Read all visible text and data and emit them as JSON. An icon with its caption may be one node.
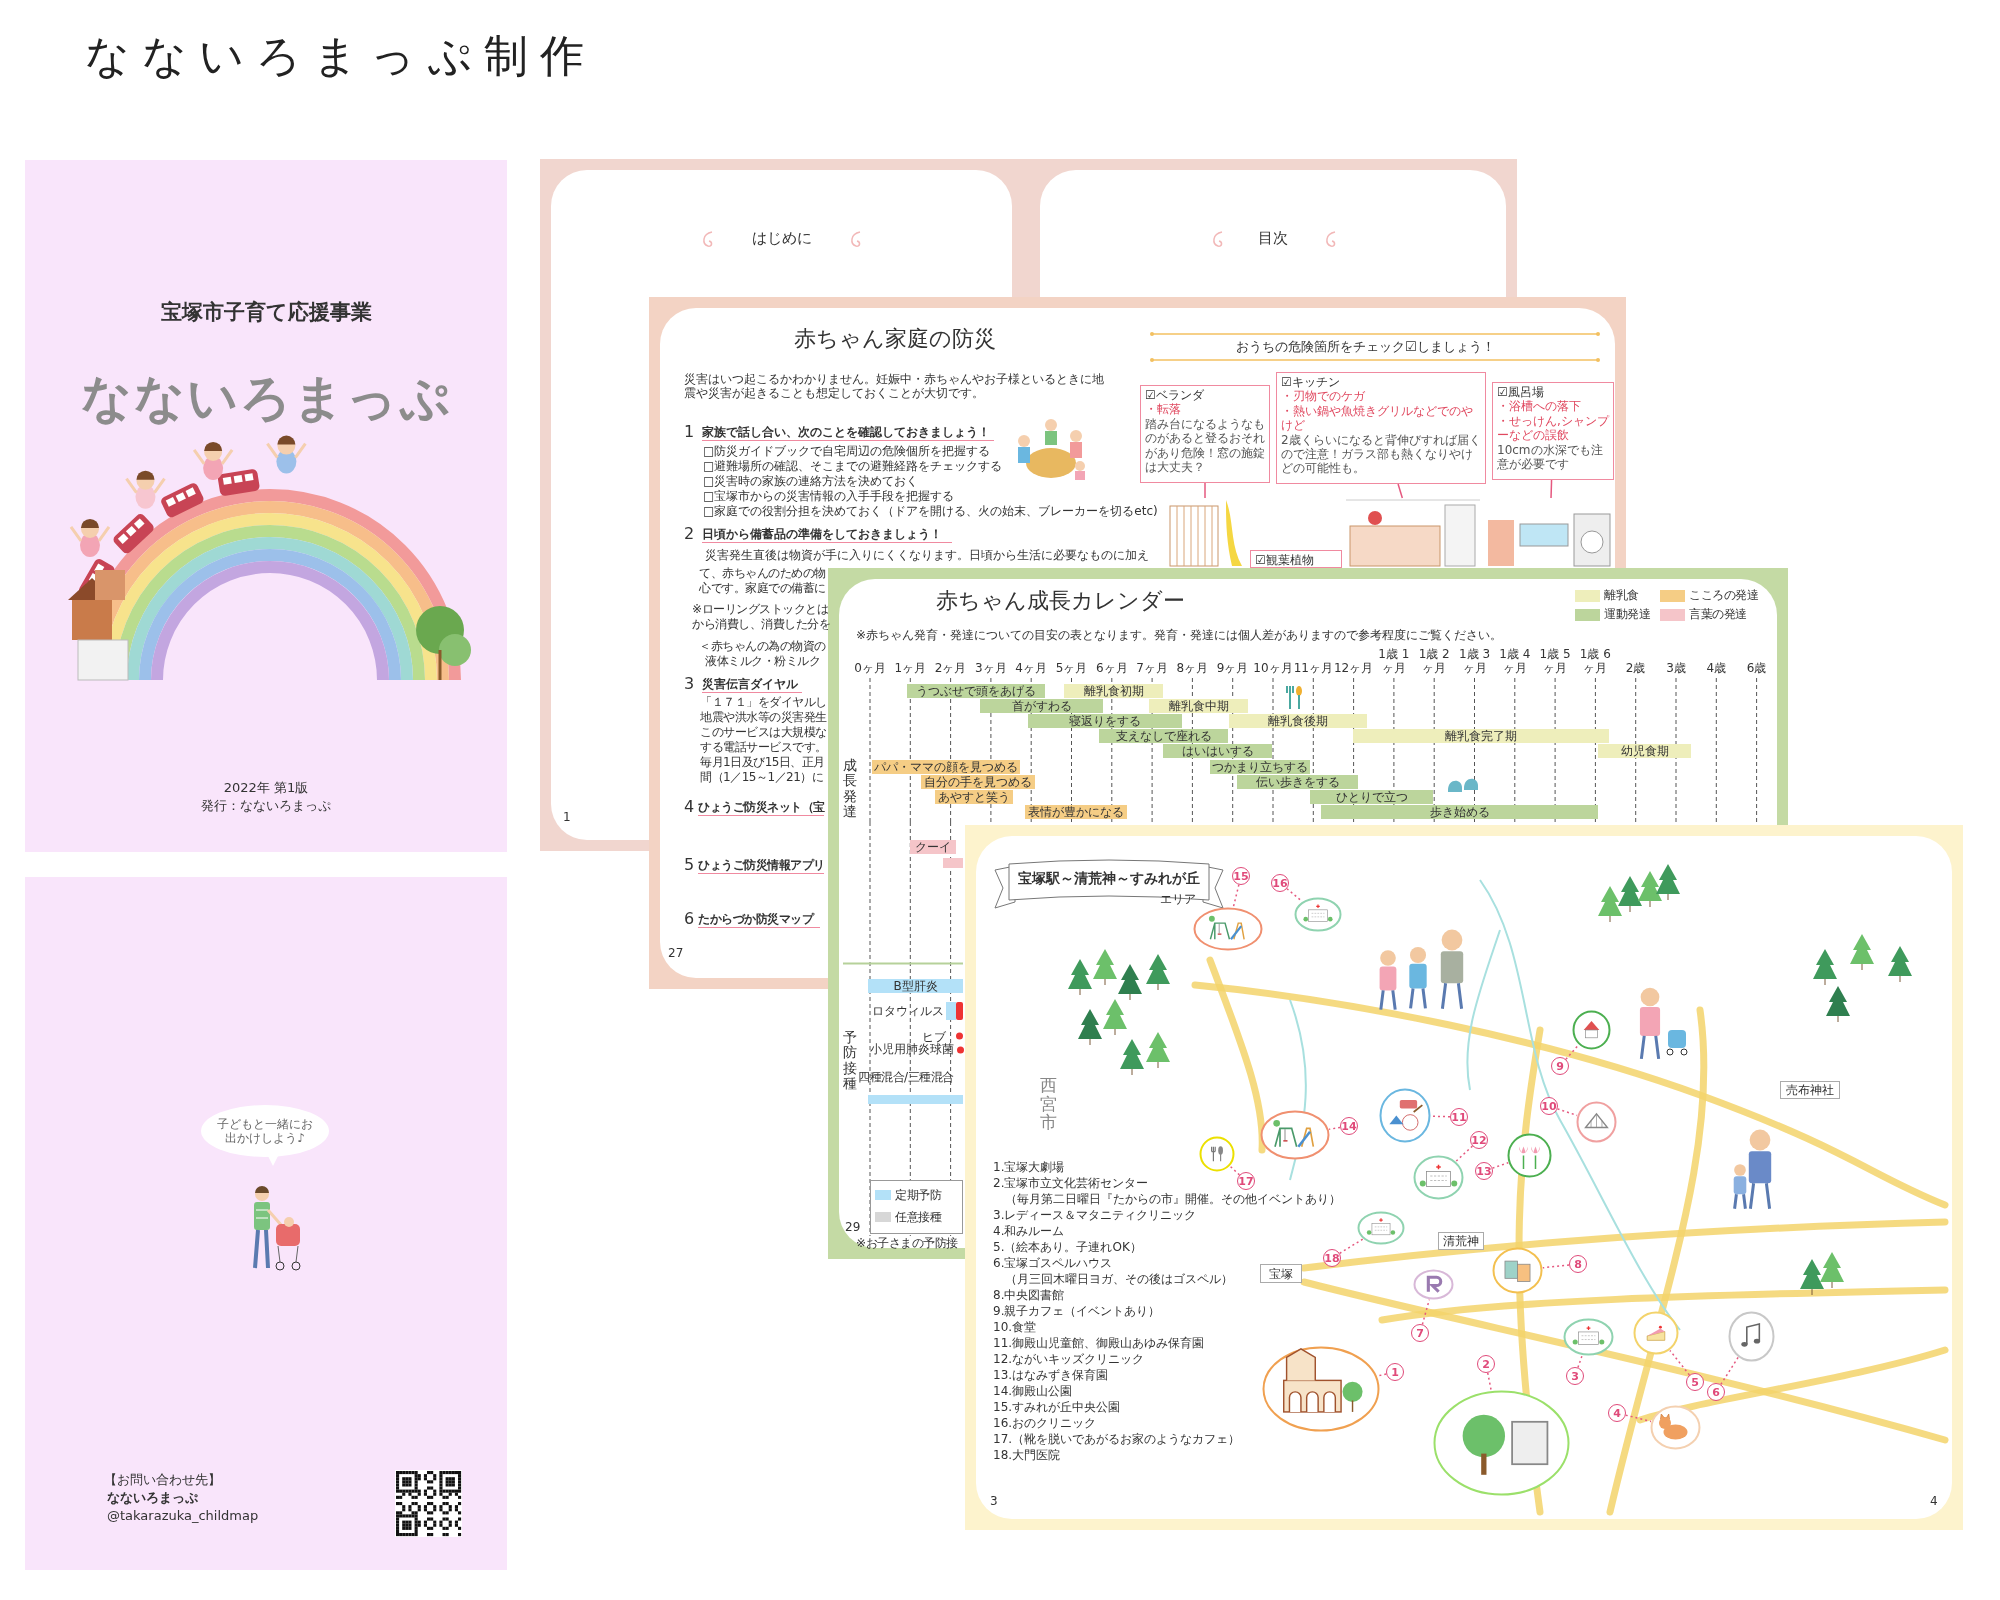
{
  "diagram": {
    "title": "なないろまっぷ制作",
    "nodes": [
      {
        "text": [
          "宝塚市子育て応援事業",
          "なないろまっぷ",
          "2022年 第1版",
          "発行：なないろまっぷ"
        ]
      },
      {
        "text": [
          "【お問い合わせ先】",
          "なないろまっぷ",
          "@takarazuka_childmap"
        ]
      },
      {
        "text": [
          "子どもと一緒にお出かけしよう♪"
        ],
        "in": 1
      },
      {
        "text": [
          "はじめに"
        ]
      },
      {
        "text": [
          "目次"
        ]
      },
      {
        "text": [
          "☑ベランダ",
          "・転落",
          "踏み台になるようなものがあると登るおそれがあり危険！窓の施錠は大丈夫？"
        ]
      },
      {
        "text": [
          "☑キッチン",
          "・刃物でのケガ",
          "・熱い鍋や魚焼きグリルなどでのやけど",
          "2歳くらいになると背伸びすれば届くので注意！ガラス部も熱くなりやけどの可能性も。"
        ]
      },
      {
        "text": [
          "☑風呂場",
          "・浴槽への落下",
          "・せっけん,シャンプーなどの誤飲",
          "10cmの水深でも注意が必要です"
        ]
      },
      {
        "text": [
          "☑観葉植物"
        ]
      },
      {
        "text": [
          "うつぶせで頭をあげる"
        ]
      },
      {
        "text": [
          "離乳食初期"
        ]
      },
      {
        "text": [
          "首がすわる"
        ]
      },
      {
        "text": [
          "離乳食中期"
        ]
      },
      {
        "text": [
          "寝返りをする"
        ]
      },
      {
        "text": [
          "離乳食後期"
        ]
      },
      {
        "text": [
          "支えなしで座れる"
        ]
      },
      {
        "text": [
          "離乳食完了期"
        ]
      },
      {
        "text": [
          "はいはいする"
        ]
      },
      {
        "text": [
          "幼児食期"
        ]
      },
      {
        "text": [
          "パパ・ママの顔を見つめる"
        ]
      },
      {
        "text": [
          "つかまり立ちする"
        ]
      },
      {
        "text": [
          "自分の手を見つめる"
        ]
      },
      {
        "text": [
          "伝い歩きをする"
        ]
      },
      {
        "text": [
          "あやすと笑う"
        ]
      },
      {
        "text": [
          "ひとりで立つ"
        ]
      },
      {
        "text": [
          "表情が豊かになる"
        ]
      },
      {
        "text": [
          "歩き始める"
        ]
      },
      {
        "text": [
          "クーイ"
        ]
      },
      {
        "text": [
          "B型肝炎"
        ]
      },
      {
        "text": [
          "1.宝塚大劇場",
          "2.宝塚市立文化芸術センター",
          "（毎月第二日曜日『たからの市』開催。その他イベントあり）",
          "3.レディース＆マタニティクリニック",
          "4.和みルーム",
          "5.（絵本あり。子連れOK）",
          "6.宝塚ゴスペルハウス",
          "（月三回木曜日ヨガ、その後はゴスペル）",
          "8.中央図書館",
          "9.親子カフェ（イベントあり）",
          "10.食堂",
          "11.御殿山児童館、御殿山あゆみ保育園",
          "12.ながいキッズクリニック",
          "13.はなみずき保育園",
          "14.御殿山公園",
          "15.すみれが丘中央公園",
          "16.おのクリニック",
          "17.（靴を脱いであがるお家のようなカフェ）",
          "18.大門医院",
          "3",
          "4"
        ]
      },
      {
        "text": [
          "宝塚駅～清荒神～すみれが丘",
          "エリア"
        ],
        "in": 29
      },
      {
        "text": [
          "清荒神"
        ],
        "in": 29
      },
      {
        "text": [
          "宝塚"
        ],
        "in": 29
      },
      {
        "text": [
          "売布神社"
        ],
        "in": 29
      },
      {
        "text": [
          "1"
        ],
        "in": 29
      },
      {
        "text": [
          "2"
        ],
        "in": 29
      },
      {
        "text": [
          "3"
        ],
        "in": 29
      },
      {
        "text": [
          "4"
        ],
        "in": 29
      },
      {
        "text": [
          "5"
        ],
        "in": 29
      },
      {
        "text": [
          "6"
        ],
        "in": 29
      },
      {
        "text": [
          "7"
        ],
        "in": 29
      },
      {
        "text": [
          "8"
        ],
        "in": 29
      },
      {
        "text": [
          "9"
        ],
        "in": 29
      },
      {
        "text": [
          "10"
        ],
        "in": 29
      },
      {
        "text": [
          "11"
        ],
        "in": 29
      },
      {
        "text": [
          "12"
        ],
        "in": 29
      },
      {
        "text": [
          "13"
        ],
        "in": 29
      },
      {
        "text": [
          "14"
        ],
        "in": 29
      },
      {
        "text": [
          "15"
        ],
        "in": 29
      },
      {
        "text": [
          "16"
        ],
        "in": 29
      },
      {
        "text": [
          "17"
        ],
        "in": 29
      },
      {
        "text": [
          "18"
        ],
        "in": 29
      },
      {
        "text": [],
        "shape": "picture",
        "in": 29
      },
      {
        "text": [],
        "shape": "picture",
        "in": 29
      },
      {
        "text": [],
        "shape": "picture",
        "in": 29
      },
      {
        "text": [],
        "shape": "picture",
        "in": 29
      },
      {
        "text": [],
        "shape": "picture",
        "in": 29
      },
      {
        "text": [],
        "shape": "picture",
        "in": 29
      },
      {
        "text": [],
        "shape": "picture",
        "in": 29
      },
      {
        "text": [],
        "shape": "picture",
        "in": 29
      },
      {
        "text": [],
        "shape": "picture",
        "in": 29
      },
      {
        "text": [],
        "shape": "picture",
        "in": 29
      },
      {
        "text": [],
        "shape": "picture",
        "in": 29
      },
      {
        "text": [],
        "shape": "picture",
        "in": 29
      },
      {
        "text": [],
        "shape": "picture",
        "in": 29
      },
      {
        "text": [],
        "shape": "picture",
        "in": 29
      },
      {
        "text": [],
        "shape": "picture",
        "in": 29
      },
      {
        "text": [],
        "shape": "picture",
        "in": 29
      },
      {
        "text": [],
        "shape": "picture",
        "in": 29
      },
      {
        "text": [],
        "shape": "picture",
        "in": 29
      },
      {
        "text": [],
        "shape": "picture"
      },
      {
        "text": [],
        "shape": "picture"
      },
      {
        "text": [],
        "shape": "picture"
      }
    ],
    "edges": [
      {
        "from": 34,
        "to": 52,
        "arrow": "none",
        "style": "dashed"
      },
      {
        "from": 35,
        "to": 53,
        "arrow": "none",
        "style": "dashed"
      },
      {
        "from": 36,
        "to": 54,
        "arrow": "none",
        "style": "dashed"
      },
      {
        "from": 37,
        "to": 55,
        "arrow": "none",
        "style": "dashed"
      },
      {
        "from": 38,
        "to": 56,
        "arrow": "none",
        "style": "dashed"
      },
      {
        "from": 39,
        "to": 57,
        "arrow": "none",
        "style": "dashed"
      },
      {
        "from": 40,
        "to": 58,
        "arrow": "none",
        "style": "dashed"
      },
      {
        "from": 41,
        "to": 59,
        "arrow": "none",
        "style": "dashed"
      },
      {
        "from": 42,
        "to": 60,
        "arrow": "none",
        "style": "dashed"
      },
      {
        "from": 43,
        "to": 61,
        "arrow": "none",
        "style": "dashed"
      },
      {
        "from": 44,
        "to": 62,
        "arrow": "none",
        "style": "dashed"
      },
      {
        "from": 45,
        "to": 63,
        "arrow": "none",
        "style": "dashed"
      },
      {
        "from": 46,
        "to": 64,
        "arrow": "none",
        "style": "dashed"
      },
      {
        "from": 47,
        "to": 65,
        "arrow": "none",
        "style": "dashed"
      },
      {
        "from": 48,
        "to": 66,
        "arrow": "none",
        "style": "dashed"
      },
      {
        "from": 49,
        "to": 67,
        "arrow": "none",
        "style": "dashed"
      },
      {
        "from": 50,
        "to": 68,
        "arrow": "none",
        "style": "dashed"
      },
      {
        "from": 51,
        "to": 69,
        "arrow": "none",
        "style": "dashed"
      },
      {
        "from": 5,
        "to": 70,
        "arrow": "none"
      },
      {
        "from": 6,
        "to": 71,
        "arrow": "none"
      },
      {
        "from": 7,
        "to": 72,
        "arrow": "none"
      }
    ],
    "labels": [
      "1",
      "赤ちゃん家庭の防災",
      "災害はいつ起こるかわかりません。妊娠中・赤ちゃんやお子様といるときに地震や災害が起きることも想定しておくことが大切です。",
      "1",
      "家族で話し合い、次のことを確認しておきましょう！",
      "□防災ガイドブックで自宅周辺の危険個所を把握する",
      "□避難場所の確認、そこまでの避難経路をチェックする",
      "□災害時の家族の連絡方法を決めておく",
      "□宝塚市からの災害情報の入手手段を把握する",
      "□家庭での役割分担を決めておく（ドアを開ける、火の始末、ブレーカーを切るetc)",
      "2",
      "日頃から備蓄品の準備をしておきましょう！",
      "災害発生直後は物資が手に入りにくくなります。日頃から生活に必要なものに加え",
      "て、赤ちゃんのための物",
      "心です。家庭での備蓄に",
      "※ローリングストックとは",
      "から消費し、消費した分を",
      "＜赤ちゃんの為の物資の",
      "液体ミルク・粉ミルク",
      "3",
      "災害伝言ダイヤル",
      "「１７１」をダイヤルし",
      "地震や洪水等の災害発生",
      "このサービスは大規模な",
      "する電話サービスです。",
      "毎月1日及び15日、正月",
      "間（1／15～1／21）に",
      "4",
      "ひょうご防災ネット（宝",
      "5",
      "ひょうご防災情報アプリ",
      "6",
      "たからづか防災マップ",
      "27",
      "おうちの危険箇所をチェック☑しましょう！",
      "赤ちゃん成長カレンダー",
      "※赤ちゃん発育・発達についての目安の表となります。発育・発達には個人差がありますので参考程度にご覧ください。",
      "成長発達",
      "予防接種",
      "ロタウィルス",
      "ヒブ",
      "小児用肺炎球菌",
      "四種混合/三種混合",
      "29",
      "※お子さまの予防接",
      "0ヶ月",
      "1ヶ月",
      "2ヶ月",
      "3ヶ月",
      "4ヶ月",
      "5ヶ月",
      "6ヶ月",
      "7ヶ月",
      "8ヶ月",
      "9ヶ月",
      "10ヶ月",
      "11ヶ月",
      "12ヶ月",
      "1歳 1ヶ月",
      "1歳 2ヶ月",
      "1歳 3ヶ月",
      "1歳 4ヶ月",
      "1歳 5ヶ月",
      "1歳 6ヶ月",
      "2歳",
      "3歳",
      "4歳",
      "6歳",
      "西宮市"
    ],
    "legend": [
      {
        "text": "離乳食",
        "color": "#eeeebb"
      },
      {
        "text": "こころの発達",
        "color": "#f5cd85"
      },
      {
        "text": "運動発達",
        "color": "#bcd59c"
      },
      {
        "text": "言葉の発達",
        "color": "#f5c5c9"
      },
      {
        "text": "定期予防",
        "color": "#b3e1f8"
      },
      {
        "text": "任意接種",
        "color": "#d7d7d7"
      }
    ]
  }
}
